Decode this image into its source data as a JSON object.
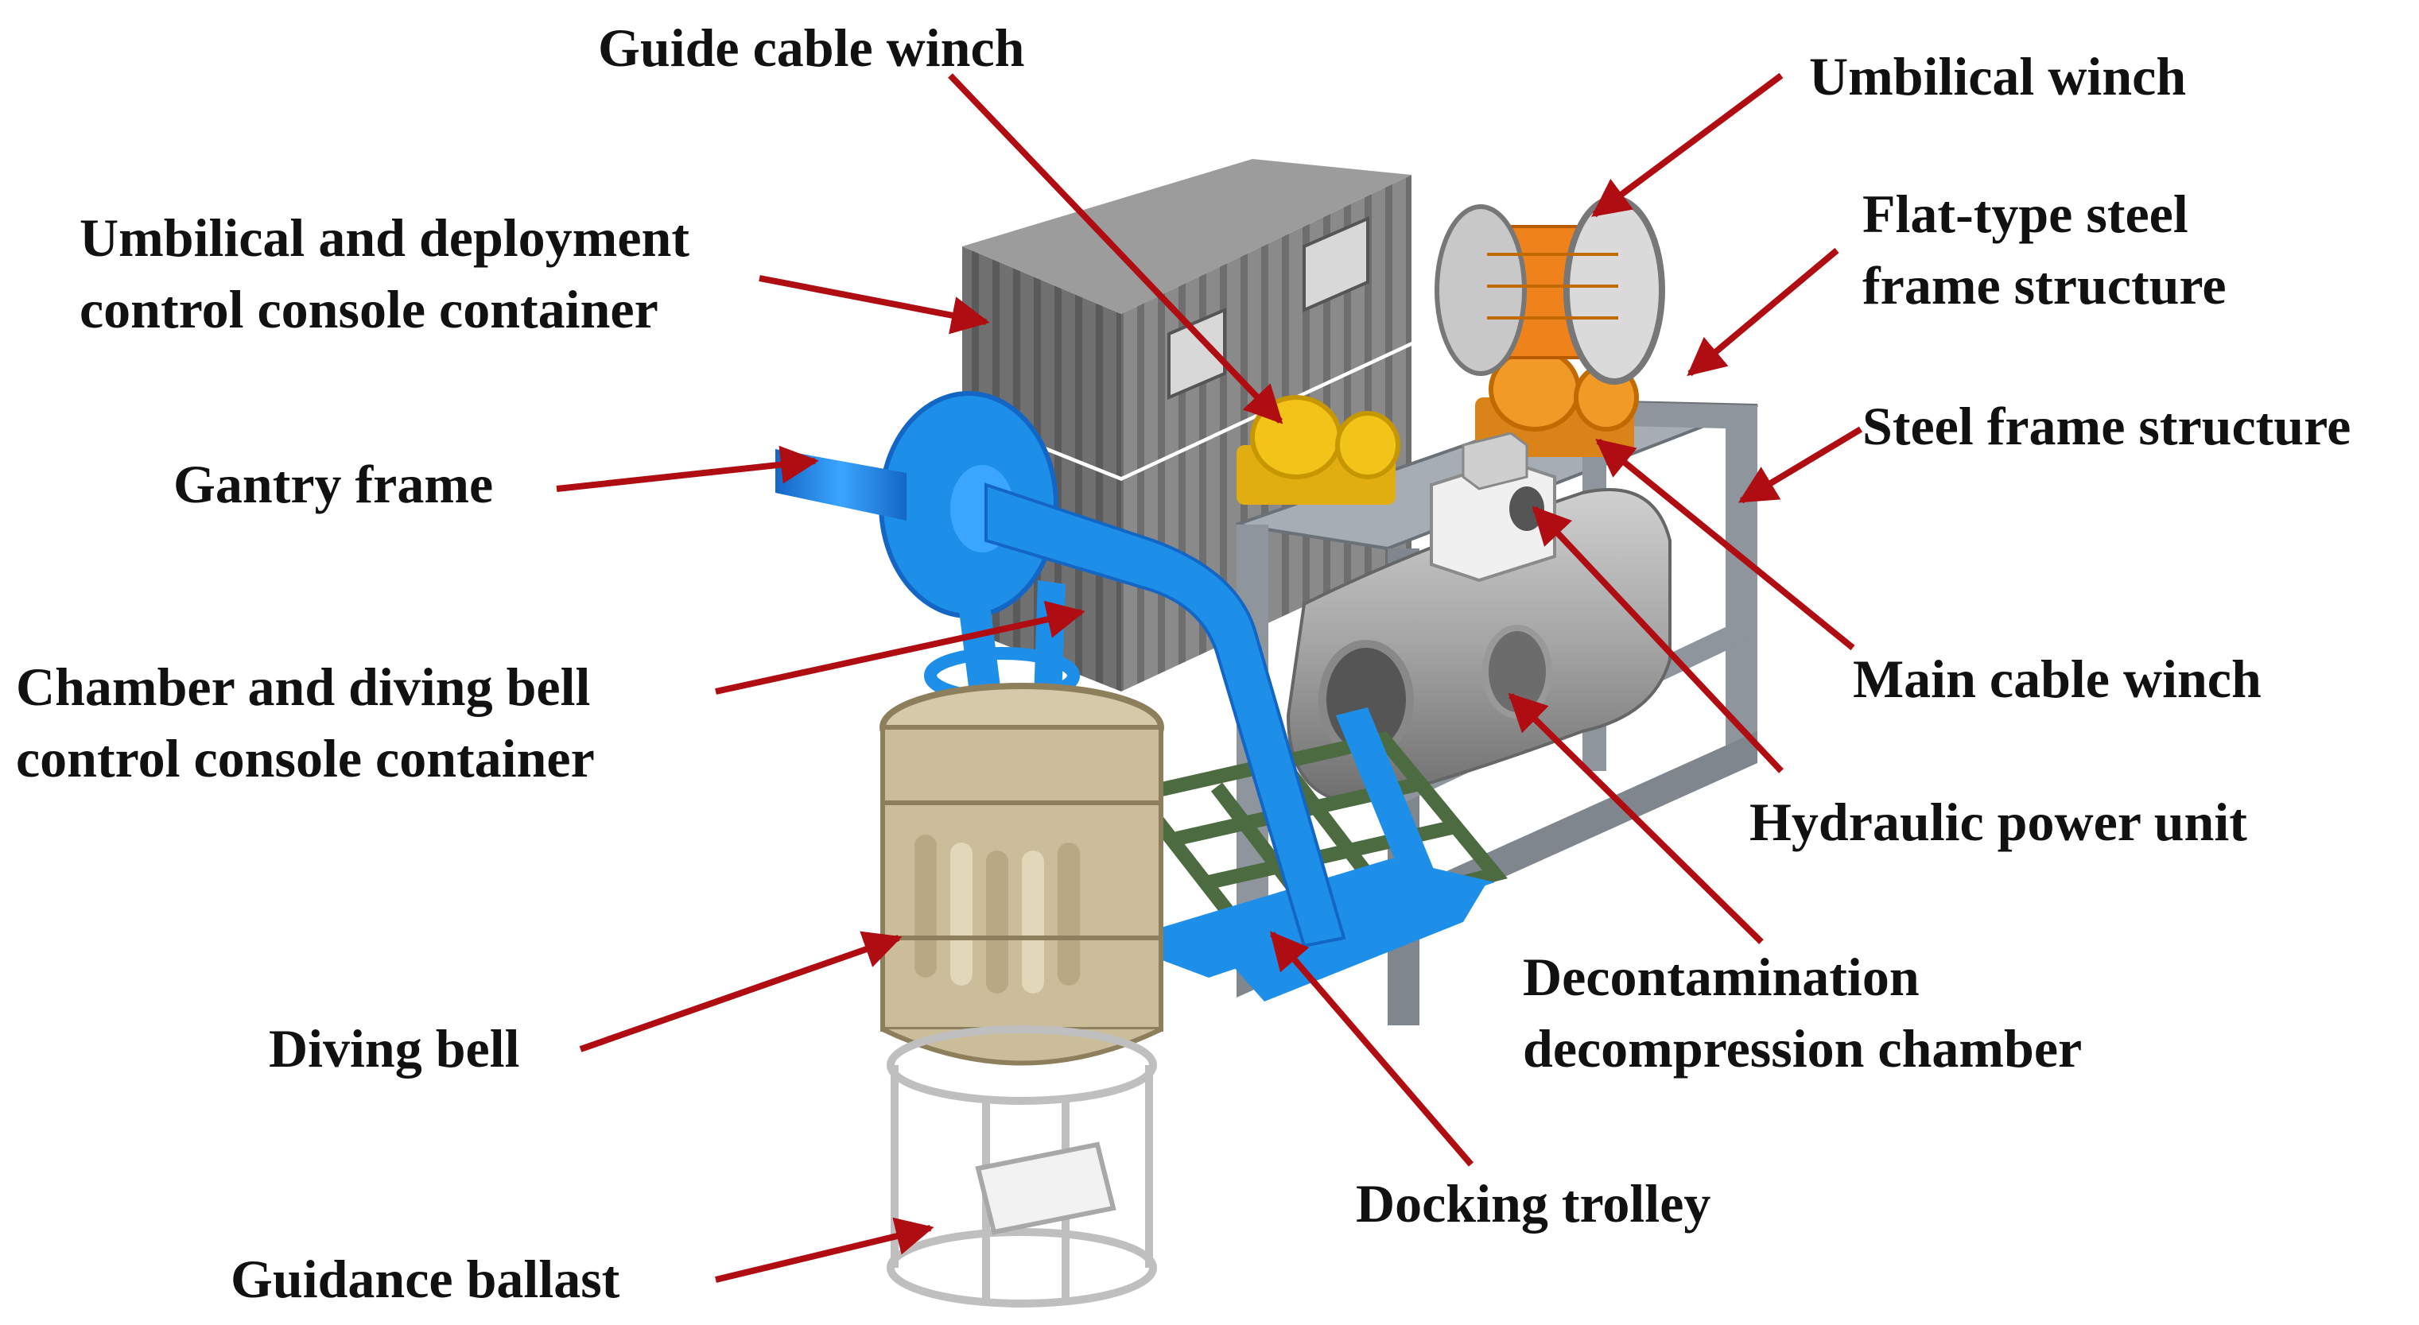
{
  "labels": {
    "guide_cable_winch": "Guide cable winch",
    "umbilical_winch": "Umbilical winch",
    "umbilical_console_l1": "Umbilical and deployment",
    "umbilical_console_l2": "control console container",
    "flat_frame_l1": "Flat-type steel",
    "flat_frame_l2": "frame structure",
    "steel_frame": "Steel frame structure",
    "gantry_frame": "Gantry frame",
    "chamber_console_l1": "Chamber and diving bell",
    "chamber_console_l2": "control console container",
    "main_cable_winch": "Main cable winch",
    "hydraulic_power_unit": "Hydraulic power unit",
    "decon_chamber_l1": "Decontamination",
    "decon_chamber_l2": "decompression chamber",
    "diving_bell": "Diving bell",
    "docking_trolley": "Docking trolley",
    "guidance_ballast": "Guidance ballast"
  },
  "colors": {
    "arrow": "#b00d12",
    "gantry": "#1e8fe8",
    "container": "#6f6f6f",
    "frame": "#8e959c",
    "guide_winch": "#f2c318",
    "main_winch": "#f29a28",
    "umbilical_winch_reel": "#f0821c",
    "diving_bell": "#d6c9a9",
    "trolley": "#4c6b40",
    "chamber": "#a9a9a9"
  }
}
